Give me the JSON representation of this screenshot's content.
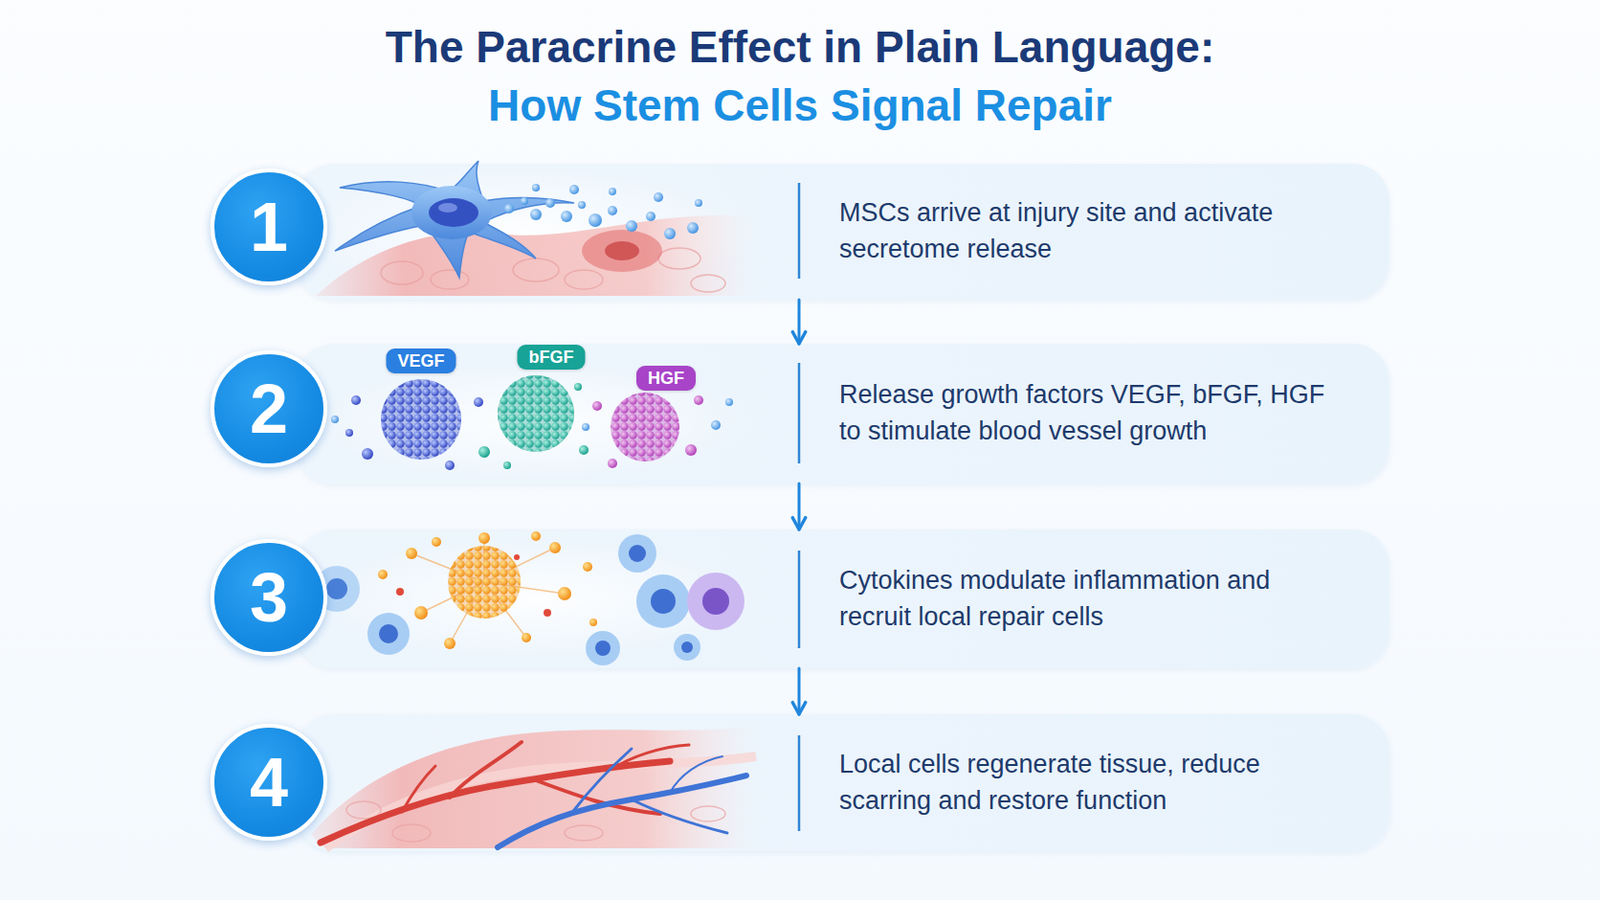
{
  "diagram": {
    "title": "The Paracrine Effect in Plain Language:",
    "nodes": [
      {
        "text": [
          "1"
        ]
      },
      {
        "text": [
          "MSCs arrive at injury site and activate secretome release"
        ]
      },
      {
        "text": [
          "2"
        ]
      },
      {
        "text": [
          "Release growth factors VEGF, bFGF, HGF to stimulate blood vessel growth"
        ]
      },
      {
        "text": [
          "3"
        ]
      },
      {
        "text": [
          "Cytokines modulate inflammation and recruit local repair cells"
        ]
      },
      {
        "text": [
          "4"
        ]
      },
      {
        "text": [
          "Local cells regenerate tissue, reduce scarring and restore function"
        ]
      }
    ],
    "edges": [
      {
        "from": 1,
        "to": 3,
        "arrow": "to"
      },
      {
        "from": 3,
        "to": 5,
        "arrow": "to"
      },
      {
        "from": 5,
        "to": 7,
        "arrow": "to"
      }
    ],
    "labels": [
      "How Stem Cells Signal Repair",
      "VEGF",
      "bFGF",
      "HGF"
    ]
  }
}
